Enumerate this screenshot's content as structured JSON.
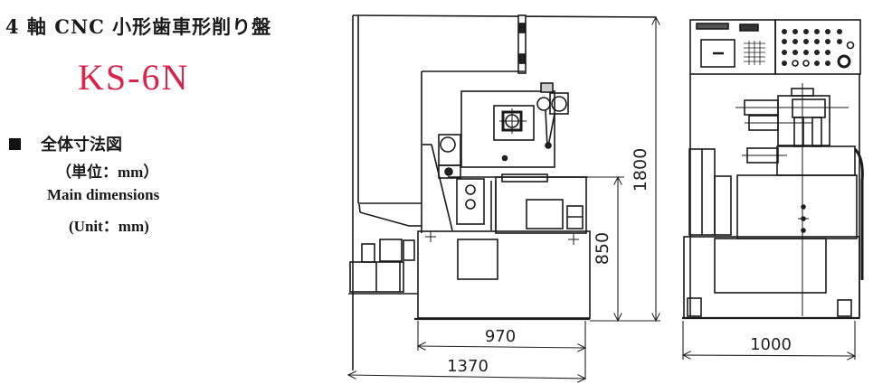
{
  "header": {
    "title": "4 軸 CNC 小形歯車形削り盤",
    "model": "KS-6N",
    "model_color": "#d9234a"
  },
  "section": {
    "bullet_icon": "square-bullet",
    "title_ja": "全体寸法図",
    "unit_ja": "（単位：mm）",
    "title_en": "Main dimensions",
    "unit_en": "(Unit：mm)"
  },
  "drawing": {
    "front_view": {
      "height_total": "1800",
      "height_table": "850",
      "width_body": "970",
      "width_total": "1370"
    },
    "side_view": {
      "width": "1000"
    }
  }
}
